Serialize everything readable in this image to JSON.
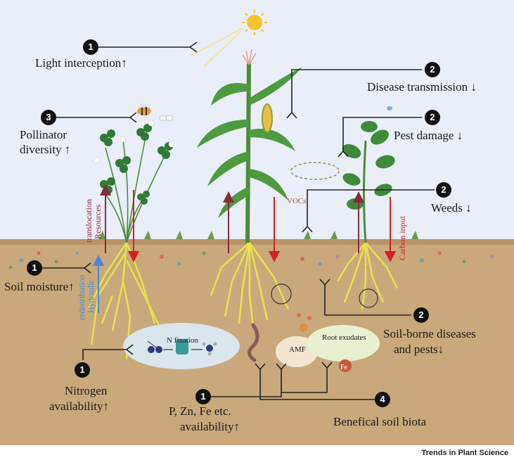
{
  "labels": {
    "light_interception": "Light interception↑",
    "disease_transmission": "Disease transmission ↓",
    "pollinator_diversity_1": "Pollinator",
    "pollinator_diversity_2": "diversity ↑",
    "pest_damage": "Pest damage ↓",
    "weeds": "Weeds ↓",
    "vocs": "VOCs",
    "soil_moisture": "Soil moisture↑",
    "resources_translocation_1": "Resources",
    "resources_translocation_2": "translocation",
    "hydraulic_redistribution_1": "Hydraulic",
    "hydraulic_redistribution_2": "redistribution",
    "carbon_input": "Carbon input",
    "n_fixation": "N fixation",
    "root_exudates": "Root exudates",
    "amf": "AMF",
    "fe": "Fe",
    "soil_borne_1": "Soil-borne diseases",
    "soil_borne_2": "and pests↓",
    "nitrogen_1": "Nitrogen",
    "nitrogen_2": "availability↑",
    "pzn_1": "P, Zn, Fe etc.",
    "pzn_2": "availability↑",
    "beneficial": "Benefical soil biota",
    "footer": "Trends in Plant Science"
  },
  "badges": {
    "light": "1",
    "disease": "2",
    "pollinator": "3",
    "pest": "2",
    "weeds": "2",
    "soil_moisture": "1",
    "soil_borne": "2",
    "nitrogen": "1",
    "pzn": "1",
    "beneficial": "4"
  },
  "colors": {
    "sky": "#e9eef8",
    "soil": "#c9a87c",
    "root": "#e8e24a",
    "stem": "#4e8a3a",
    "leaf": "#3e8a3a",
    "red_arrow": "#d81e1e",
    "maroon_arrow": "#8a2a3a",
    "blue_arrow": "#4a8ad0",
    "badge": "#111111"
  }
}
